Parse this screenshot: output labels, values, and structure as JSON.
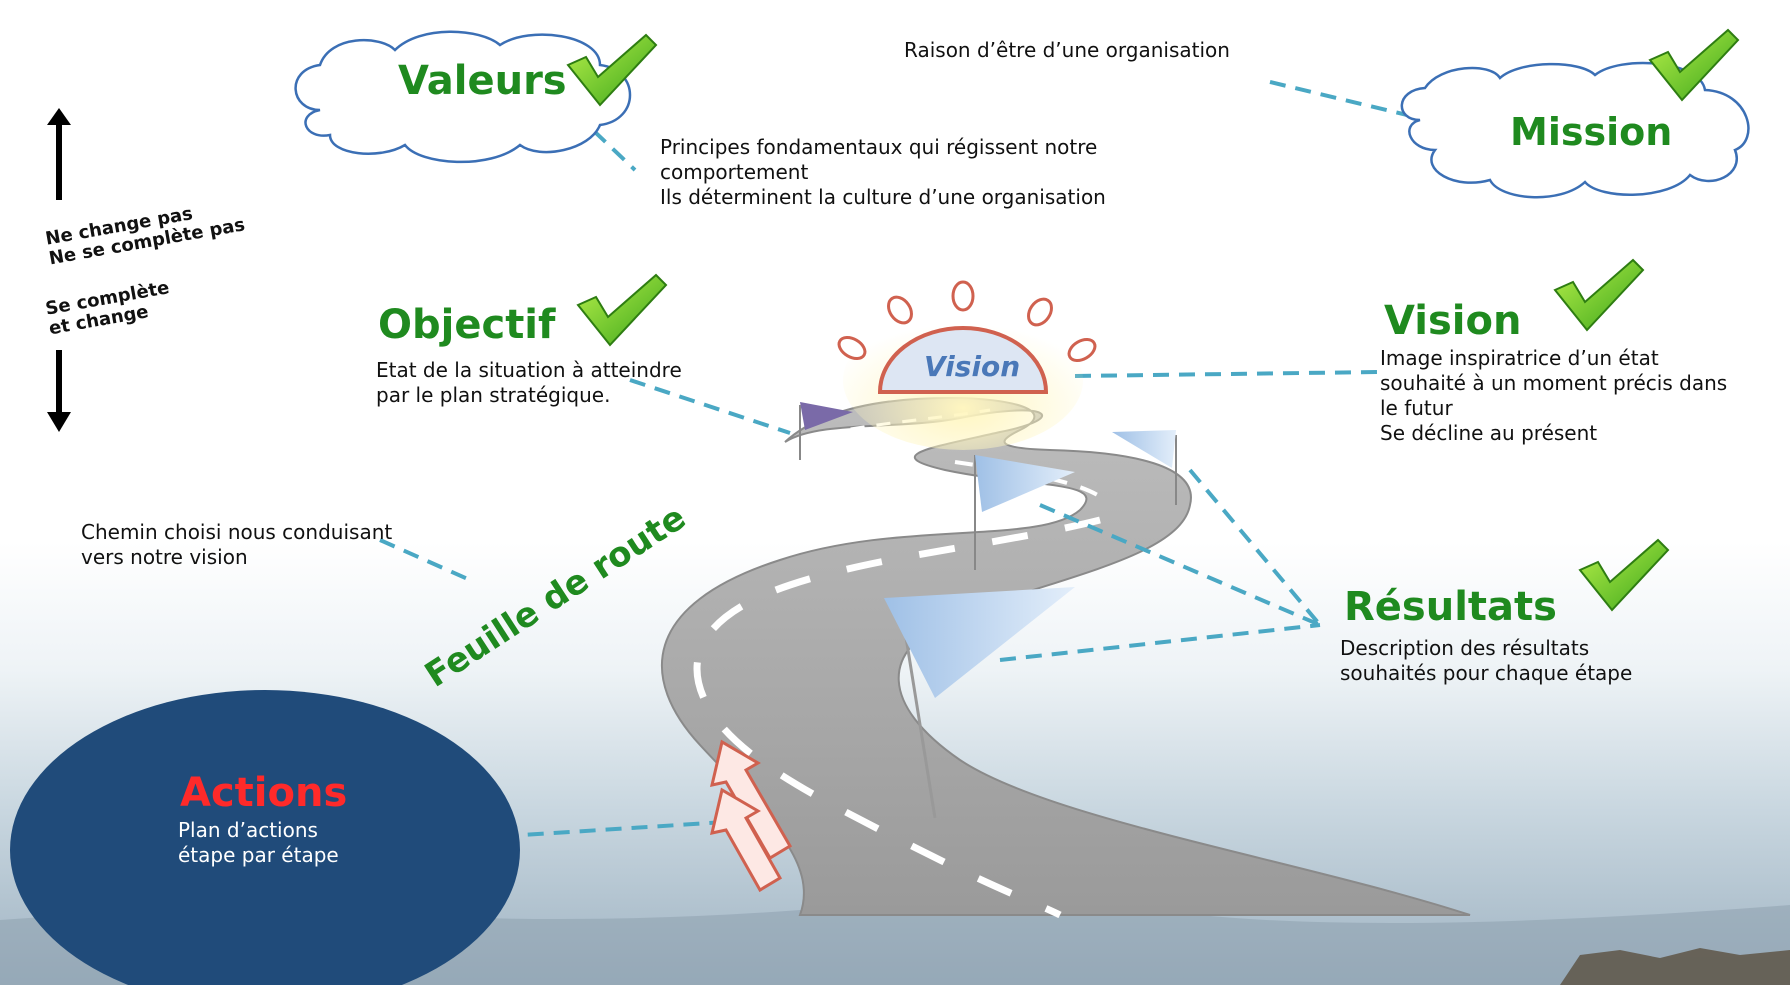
{
  "colors": {
    "green_title": "#1f8a1f",
    "dash_line": "#4aa8c4",
    "actions_ellipse": "#204b7a",
    "actions_title": "#ff2a2a",
    "road": "#a9a9a9"
  },
  "valeurs": {
    "title": "Valeurs",
    "description": "Principes fondamentaux qui régissent notre\ncomportement\nIls déterminent la culture d’une organisation"
  },
  "mission": {
    "title": "Mission",
    "description": "Raison d’être d’une organisation"
  },
  "objectif": {
    "title": "Objectif",
    "description": "Etat de la situation à atteindre\npar le plan stratégique."
  },
  "vision": {
    "sun_label": "Vision",
    "title": "Vision",
    "description": "Image inspiratrice d’un état\nsouhaité à un moment précis dans\nle futur\nSe décline au présent"
  },
  "resultats": {
    "title": "Résultats",
    "description": "Description des résultats\nsouhaités pour chaque étape"
  },
  "feuille_de_route": {
    "title": "Feuille de route",
    "description": "Chemin choisi nous conduisant\nvers notre vision"
  },
  "actions": {
    "title": "Actions",
    "description": "Plan d’actions\nétape par étape"
  },
  "side_notes": {
    "top": "Ne change pas\nNe se complète pas",
    "bottom": "Se complète\net change"
  }
}
